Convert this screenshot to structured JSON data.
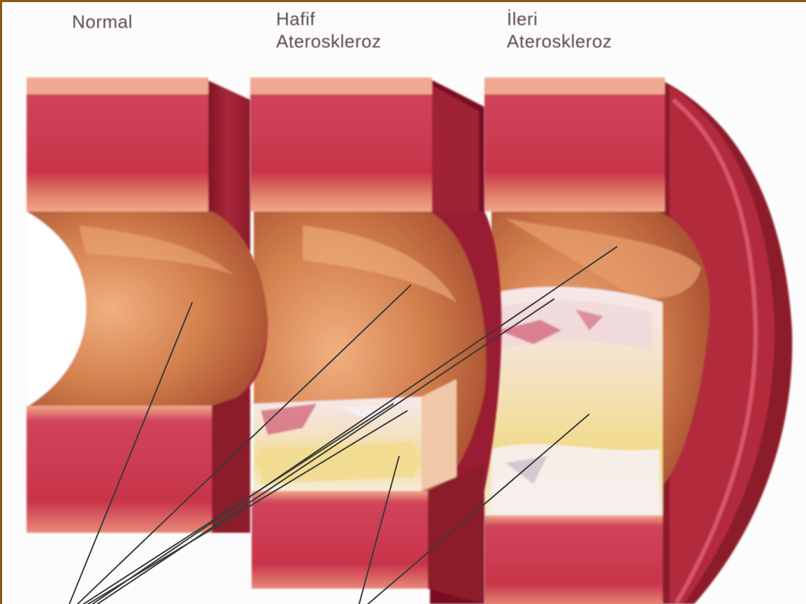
{
  "labels": {
    "normal": "Normal",
    "mild": [
      "Hafif",
      "Ateroskleroz"
    ],
    "severe": [
      "İleri",
      "Ateroskleroz"
    ]
  },
  "colors": {
    "frame": "#8a5a14",
    "artery_wall": "#c8344a",
    "artery_wall_dark": "#8c1a2a",
    "artery_edge": "#e8967e",
    "lumen": "#c47046",
    "lumen_light": "#e8a070",
    "plaque_light": "#f4e6d6",
    "plaque_yellow": "#f2dc90",
    "pointer_line": "#3a3a3a"
  }
}
